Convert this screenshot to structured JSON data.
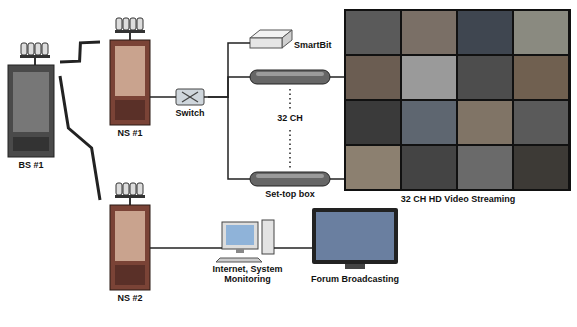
{
  "diagram": {
    "nodes": [
      {
        "text": [
          "BS #1"
        ]
      },
      {
        "text": [
          "NS #1"
        ]
      },
      {
        "text": [
          "Switch"
        ]
      },
      {
        "text": [
          "SmartBit"
        ]
      },
      {
        "text": [
          "Set-top box"
        ]
      },
      {
        "text": [
          "32 CH HD Video Streaming"
        ]
      },
      {
        "text": [
          "NS #2"
        ]
      },
      {
        "text": [
          "Internet, System Monitoring"
        ]
      },
      {
        "text": [
          "Forum Broadcasting"
        ]
      }
    ],
    "edges": [
      {
        "from": 0,
        "to": 1,
        "arrow": "none"
      },
      {
        "from": 0,
        "to": 6,
        "arrow": "none"
      },
      {
        "from": 1,
        "to": 2,
        "arrow": "none"
      },
      {
        "from": 2,
        "to": 3,
        "arrow": "none"
      },
      {
        "from": 2,
        "to": 4,
        "arrow": "none"
      },
      {
        "from": 4,
        "to": 5,
        "arrow": "none"
      },
      {
        "from": 6,
        "to": 7,
        "arrow": "none"
      },
      {
        "from": 7,
        "to": 8,
        "arrow": "none"
      }
    ],
    "labels": [
      "32 CH"
    ]
  }
}
